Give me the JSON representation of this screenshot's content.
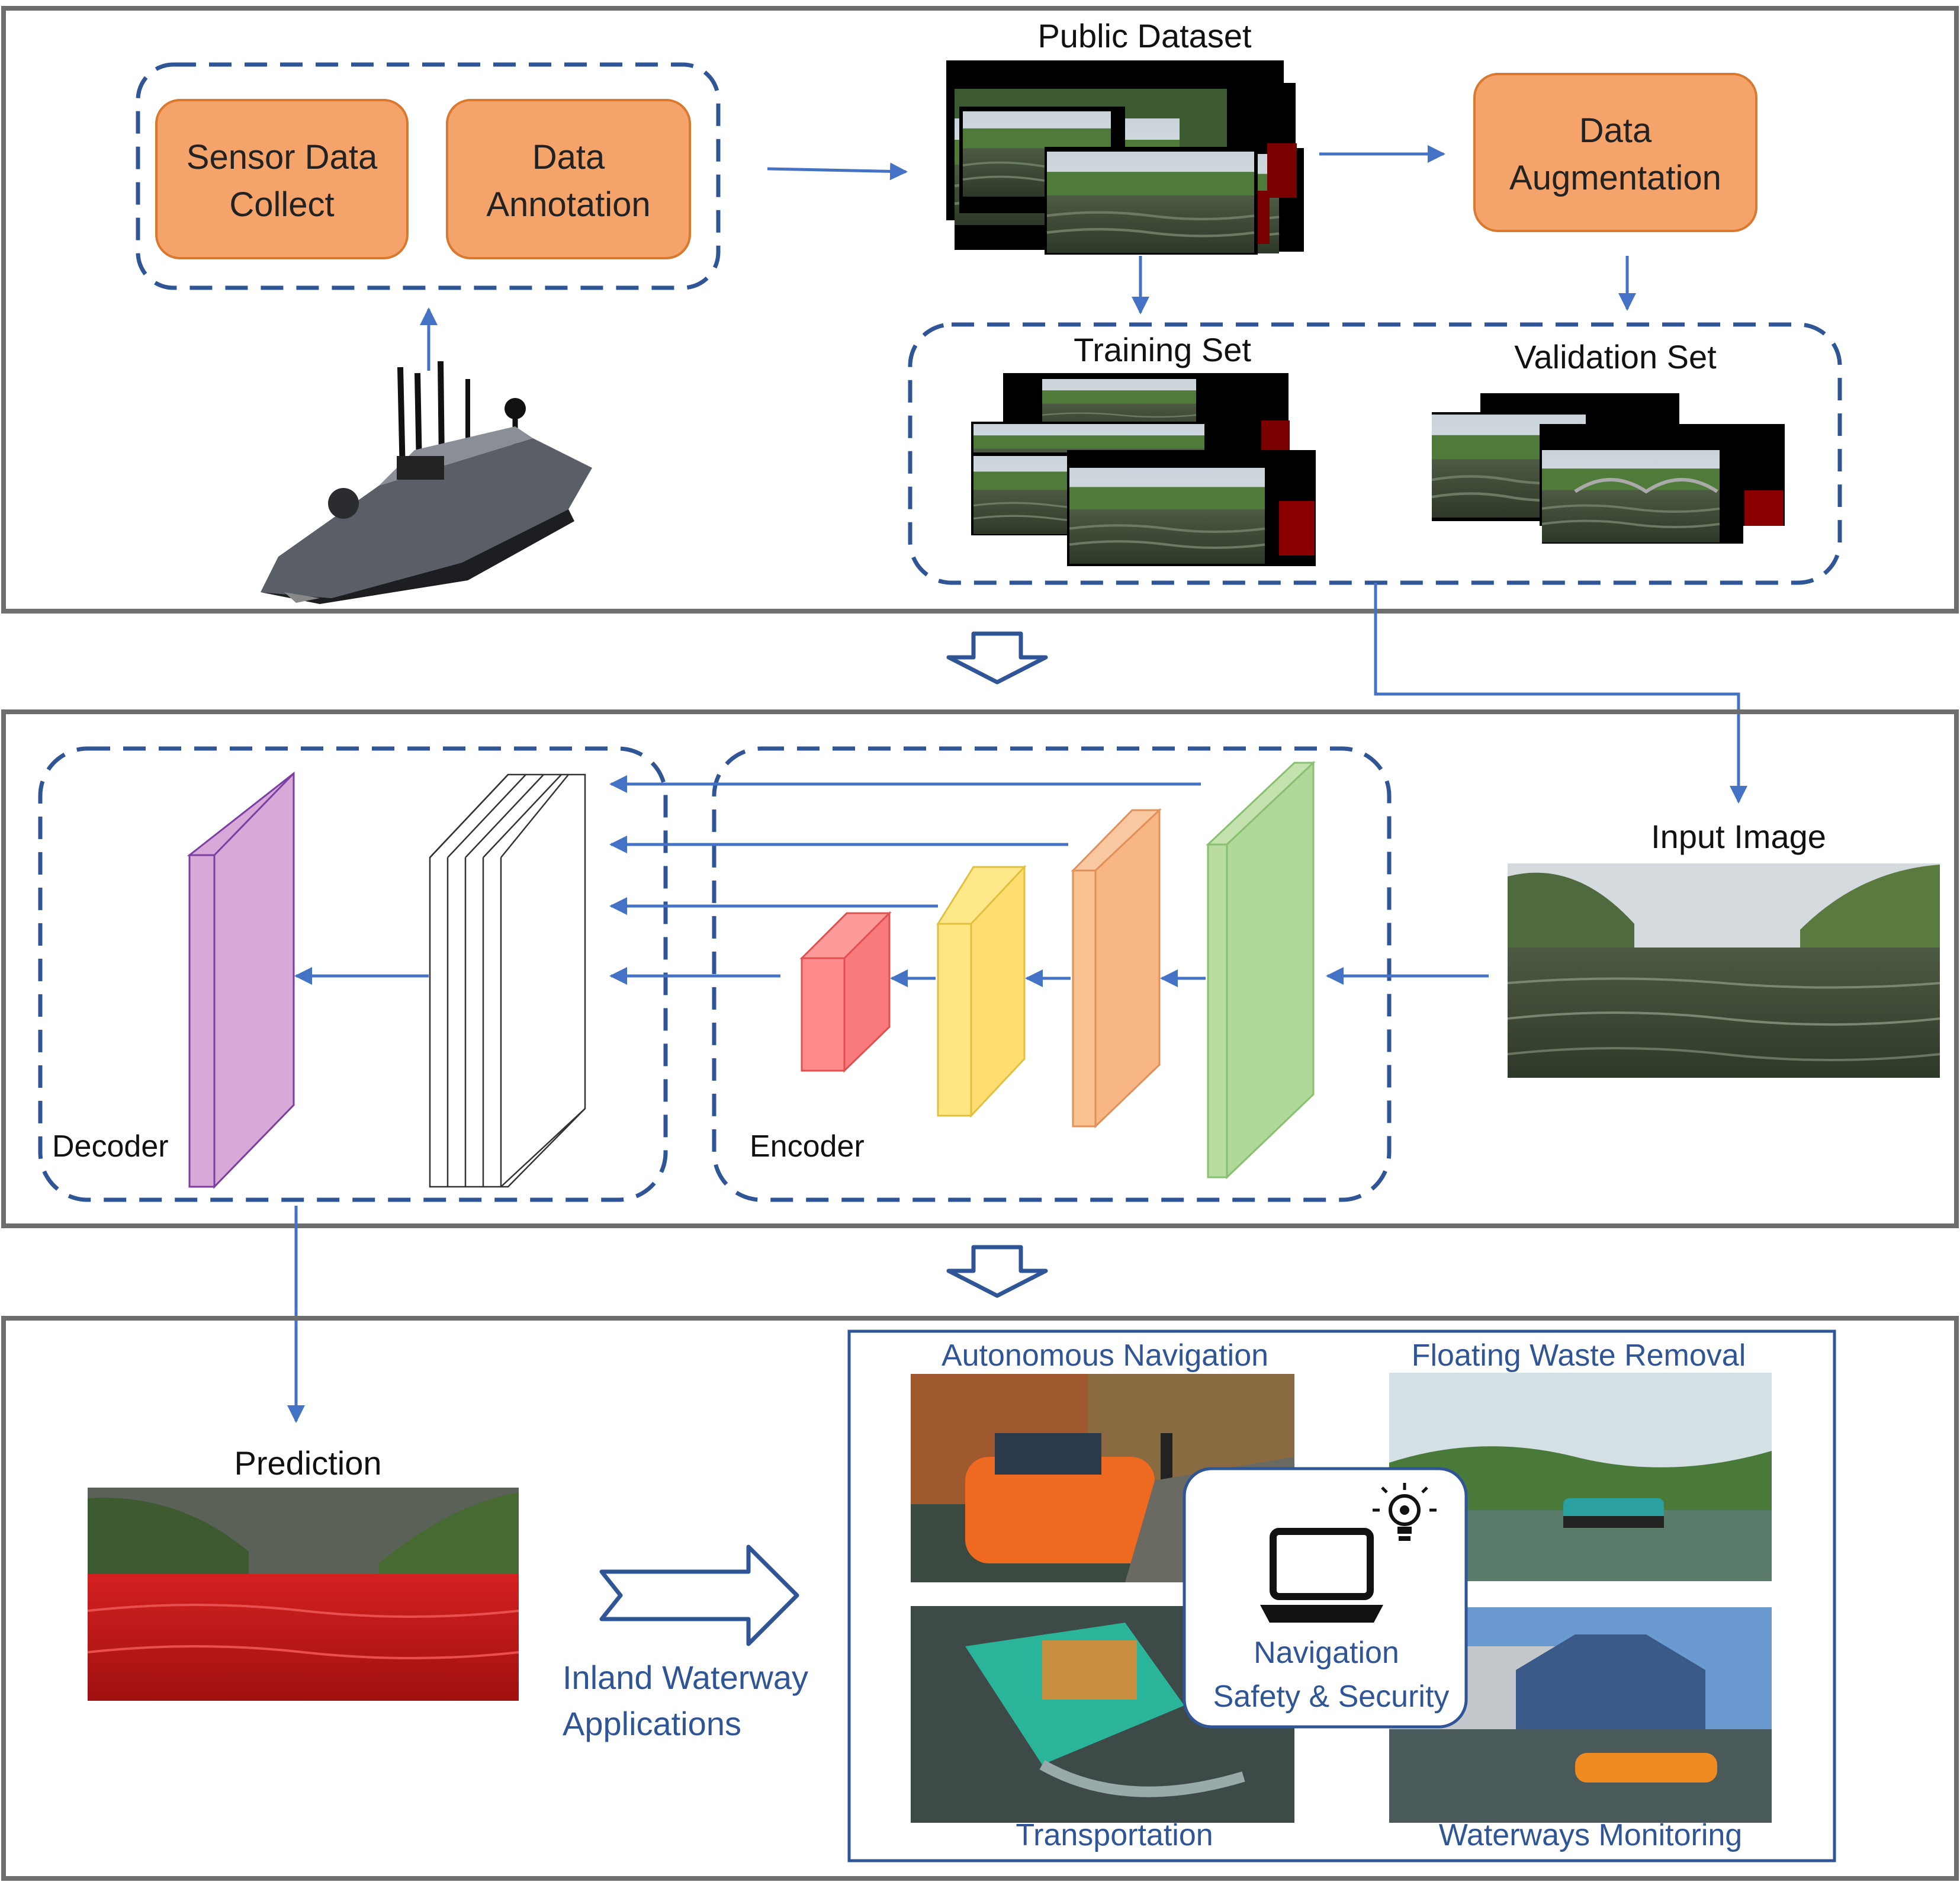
{
  "colors": {
    "frame": "#6e6e6e",
    "dashed": "#2f5597",
    "arrow": "#4472c4",
    "orange_box_fill": "#f4a46a",
    "orange_box_stroke": "#d9782e",
    "app_text": "#2f5597",
    "purple": "#d8a8d8",
    "red": "#ff8a8a",
    "yellow": "#ffe680",
    "orange": "#f9c090",
    "green": "#b8dca0",
    "water_pred": "#d62020"
  },
  "data_pipeline": {
    "sensor_box": {
      "line1": "Sensor Data",
      "line2": "Collect"
    },
    "annotation_box": {
      "line1": "Data",
      "line2": "Annotation"
    },
    "public_dataset_label": "Public Dataset",
    "augmentation_box": {
      "line1": "Data",
      "line2": "Augmentation"
    },
    "training_set_label": "Training Set",
    "validation_set_label": "Validation Set",
    "boat_icon": "usv-boat-image"
  },
  "network": {
    "decoder_label": "Decoder",
    "encoder_label": "Encoder",
    "input_label": "Input Image"
  },
  "applications": {
    "prediction_label": "Prediction",
    "arrow_label": {
      "line1": "Inland Waterway",
      "line2": "Applications"
    },
    "autonomous": "Autonomous Navigation",
    "waste": "Floating Waste Removal",
    "transport": "Transportation",
    "monitoring": "Waterways Monitoring",
    "center": {
      "line1": "Navigation",
      "line2": "Safety & Security",
      "icon": "laptop-lightbulb-icon"
    }
  }
}
